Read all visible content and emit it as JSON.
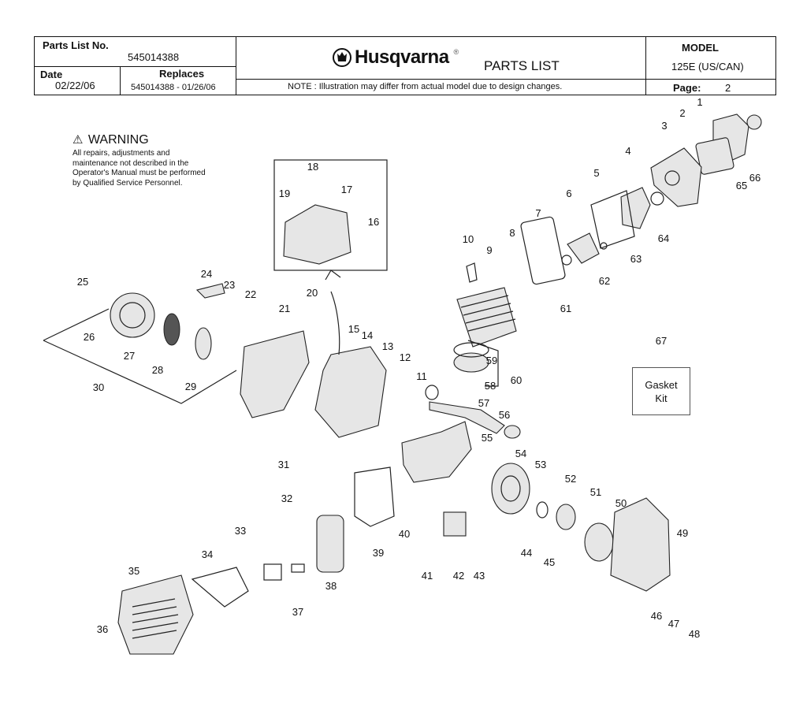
{
  "header": {
    "parts_list_no_label": "Parts List No.",
    "parts_list_no_value": "545014388",
    "date_label": "Date",
    "date_value": "02/22/06",
    "replaces_label": "Replaces",
    "replaces_value": "545014388 - 01/26/06",
    "brand": "Husqvarna",
    "registered_mark": "®",
    "title": "PARTS LIST",
    "note": "NOTE : Illustration may differ from actual model due to design changes.",
    "model_label": "MODEL",
    "model_value": "125E (US/CAN)",
    "page_label": "Page:",
    "page_value": "2"
  },
  "warning": {
    "title": "WARNING",
    "body": "All repairs, adjustments and maintenance not described in the Operator's Manual must be performed by Qualified Service Personnel."
  },
  "gasket_kit": {
    "number": "67",
    "label": "Gasket\nKit"
  },
  "callouts": [
    "1",
    "2",
    "3",
    "4",
    "5",
    "6",
    "7",
    "8",
    "9",
    "10",
    "11",
    "12",
    "13",
    "14",
    "15",
    "16",
    "17",
    "18",
    "19",
    "20",
    "21",
    "22",
    "23",
    "24",
    "25",
    "26",
    "27",
    "28",
    "29",
    "30",
    "31",
    "32",
    "33",
    "34",
    "35",
    "36",
    "37",
    "38",
    "39",
    "40",
    "41",
    "42",
    "43",
    "44",
    "45",
    "46",
    "47",
    "48",
    "49",
    "50",
    "51",
    "52",
    "53",
    "54",
    "55",
    "56",
    "57",
    "58",
    "59",
    "60",
    "61",
    "62",
    "63",
    "64",
    "65",
    "66"
  ]
}
